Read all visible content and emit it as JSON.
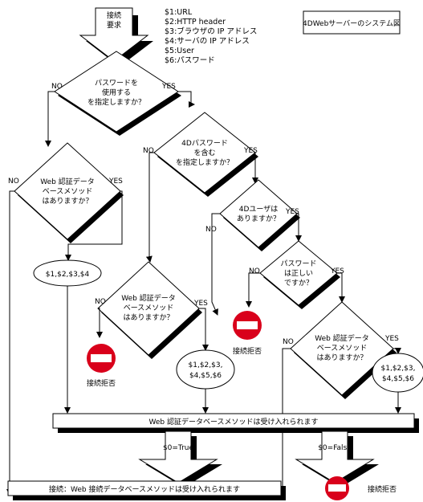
{
  "title": "4DWebサーバーのシステム図",
  "start_label": [
    "接続",
    "要求"
  ],
  "legend": [
    "$1:URL",
    "$2:HTTP header",
    "$3:ブラウザの IP アドレス",
    "$4:サーバの IP アドレス",
    "$5:User",
    "$6:パスワード"
  ],
  "decisions": {
    "use_password": [
      "パスワードを",
      "使用する",
      "を指定しますか？"
    ],
    "use_4d_password": [
      "4Dパスワード",
      "を含む",
      "を指定しますか？"
    ],
    "web_auth_left": [
      "Web 認証データ",
      "ベースメソッド",
      "はありますか？"
    ],
    "web_auth_mid": [
      "Web 認証データ",
      "ベースメソッド",
      "はありますか？"
    ],
    "user_4d": [
      "4Dユーザは",
      "ありますか？"
    ],
    "password_ok": [
      "パスワード",
      "は正しい",
      "ですか？"
    ],
    "web_auth_right": [
      "Web 認証データ",
      "ベースメソッド",
      "はありますか？"
    ]
  },
  "labels": {
    "yes": "YES",
    "no": "NO"
  },
  "params": {
    "four": "$1,$2,$3,$4",
    "six_line1": "$1,$2,$3,",
    "six_line2": "$4,$5,$6"
  },
  "deny": "接続拒否",
  "web_accept_bar": "Web 認証データベースメソッドは受け入れられます",
  "final_bar": "接続：Web 接続データベースメソッドは受け入れられます",
  "result_true": "$0=True",
  "result_false": "$0=False"
}
